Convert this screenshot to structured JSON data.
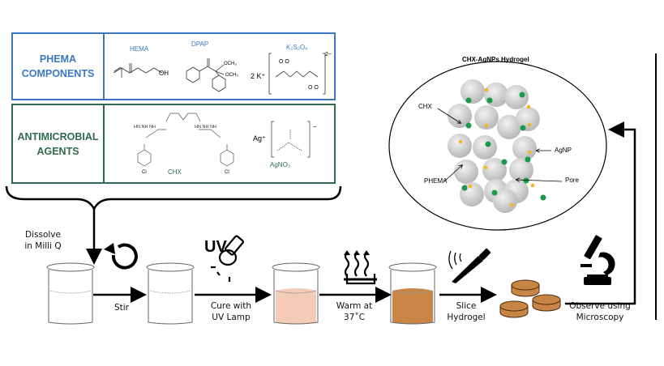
{
  "table": {
    "row1": {
      "header": [
        "PHEMA",
        "COMPONENTS"
      ],
      "compounds": [
        "HEMA",
        "DPAP",
        "K₂S₂O₈"
      ],
      "color": "#3a78c0"
    },
    "row2": {
      "header": [
        "ANTIMICROBIAL",
        "AGENTS"
      ],
      "compounds": [
        "CHX",
        "AgNO₃"
      ],
      "color": "#2f6a4e"
    }
  },
  "chem_text": {
    "k_prefix": "2 K⁺",
    "charge_2minus": "2−",
    "ag_prefix": "Ag⁺",
    "charge_minus": "−",
    "oh": "OH",
    "och3": "OCH₃",
    "cl": "Cl"
  },
  "hydrogel": {
    "title": "CHX-AgNPs Hydrogel",
    "labels": [
      "CHX",
      "AgNP",
      "PHEMA",
      "Pore"
    ],
    "colors": {
      "sphere": "#cfcfcf",
      "chx": "#1a9a4a",
      "agnp": "#f0b820"
    }
  },
  "steps": [
    {
      "label": [
        "Dissolve",
        "in Milli Q"
      ]
    },
    {
      "label": [
        "Stir"
      ]
    },
    {
      "label": [
        "Cure with",
        "UV Lamp"
      ],
      "icon_text": "UV"
    },
    {
      "label": [
        "Warm at",
        "37˚C"
      ]
    },
    {
      "label": [
        "Slice",
        "Hydrogel"
      ]
    },
    {
      "label": [
        "Observe using",
        "Microscopy"
      ]
    }
  ],
  "colors": {
    "cured": "#f2c1ad",
    "warmed": "#c98545",
    "disc": "#c98545"
  }
}
